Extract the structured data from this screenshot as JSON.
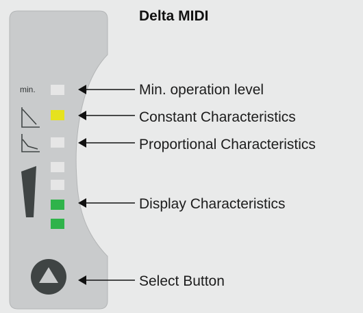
{
  "title": "Delta MIDI",
  "panel": {
    "min_label": "min.",
    "select_button_icon": "triangle-up-icon",
    "icons": [
      "constant-curve-icon",
      "proportional-curve-icon",
      "level-bar-icon"
    ]
  },
  "leds": [
    {
      "name": "led-min-operation",
      "color": "#e6e6e6"
    },
    {
      "name": "led-constant",
      "color": "#e6e21e"
    },
    {
      "name": "led-proportional",
      "color": "#e6e6e6"
    },
    {
      "name": "led-display-1",
      "color": "#e6e6e6"
    },
    {
      "name": "led-display-2",
      "color": "#e6e6e6"
    },
    {
      "name": "led-display-3",
      "color": "#2fb34a"
    },
    {
      "name": "led-display-4",
      "color": "#2fb34a"
    }
  ],
  "callouts": [
    {
      "label": "Min. operation level"
    },
    {
      "label": "Constant Characteristics"
    },
    {
      "label": "Proportional Characteristics"
    },
    {
      "label": "Display Characteristics"
    },
    {
      "label": "Select Button"
    }
  ],
  "colors": {
    "background": "#e9eaea",
    "panel": "#c9cbcc",
    "panel_edge": "#b3b5b6",
    "led_off": "#e6e6e6",
    "led_yellow": "#e6e21e",
    "led_green": "#2fb34a",
    "icon_dark": "#3f4444",
    "arrow": "#111111"
  }
}
